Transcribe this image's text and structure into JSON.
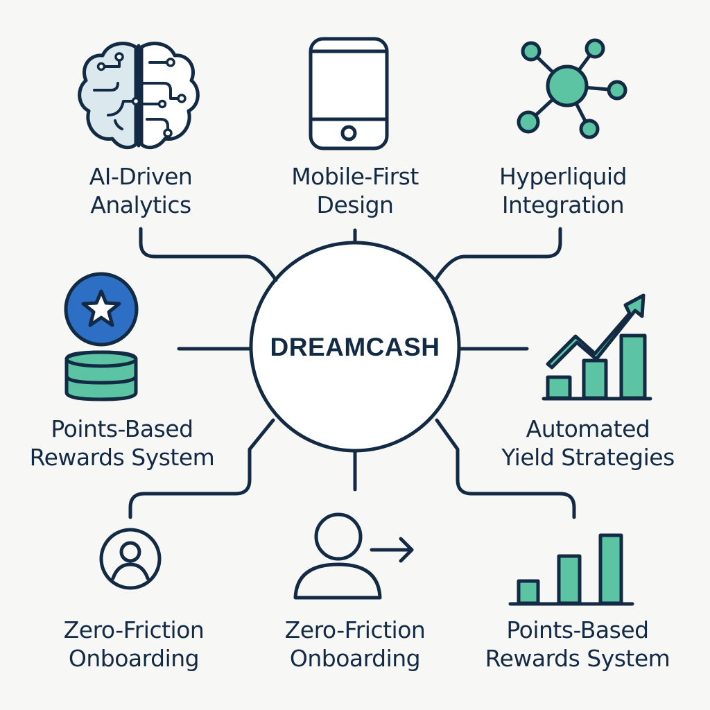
{
  "center": {
    "label": "DREAMCASH"
  },
  "features": {
    "ai_analytics": {
      "line1": "AI-Driven",
      "line2": "Analytics",
      "icon": "brain-circuit-icon"
    },
    "mobile_first": {
      "line1": "Mobile-First",
      "line2": "Design",
      "icon": "smartphone-icon"
    },
    "hyperliquid": {
      "line1": "Hyperliquid",
      "line2": "Integration",
      "icon": "network-hub-icon"
    },
    "points_rewards_left": {
      "line1": "Points-Based",
      "line2": "Rewards System",
      "icon": "star-coin-stack-icon"
    },
    "automated_yield": {
      "line1": "Automated",
      "line2": "Yield Strategies",
      "icon": "growth-chart-icon"
    },
    "onboarding_left": {
      "line1": "Zero-Friction",
      "line2": "Onboarding",
      "icon": "user-circle-icon"
    },
    "onboarding_middle": {
      "line1": "Zero-Friction",
      "line2": "Onboarding",
      "icon": "user-arrow-icon"
    },
    "points_rewards_bottom": {
      "line1": "Points-Based",
      "line2": "Rewards System",
      "icon": "bar-chart-icon"
    }
  },
  "colors": {
    "ink": "#132a44",
    "accent_teal": "#5cc4a3",
    "accent_blue": "#2d6fc4",
    "light_fill": "#dbe9ee",
    "background": "#f7f7f5"
  }
}
